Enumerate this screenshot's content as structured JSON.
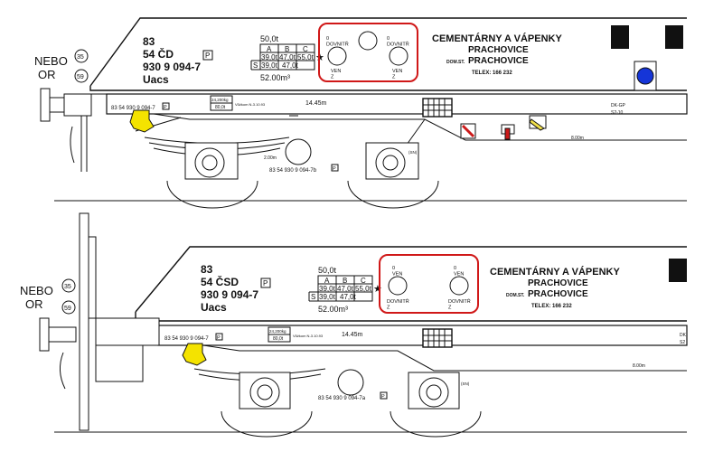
{
  "top": {
    "side_label_1": "NEBO",
    "side_label_2": "OR",
    "circle_a": "35",
    "circle_b": "59",
    "line1": "83",
    "line2": "54 ČD",
    "line2_box": "P",
    "line3": "930 9 094-7",
    "line4": "Uacs",
    "capacity_top": "50,0t",
    "table_headers": [
      "A",
      "B",
      "C"
    ],
    "table_row1": [
      "39,0t",
      "47,0t",
      "55,0t"
    ],
    "table_row2_label": "S",
    "table_row2": [
      "39,0t",
      "47,0t"
    ],
    "volume": "52.00m³",
    "valve_labels": {
      "tl": "0\nDOVNITŘ",
      "tr": "0\nDOVNITŘ",
      "bl": "VEN\nZ",
      "br": "VEN\nZ"
    },
    "company_1": "CEMENTÁRNY A VÁPENKY",
    "company_2": "PRACHOVICE",
    "company_3_prefix": "DOM.ST.",
    "company_3": "PRACHOVICE",
    "telex": "TELEX:  166  232",
    "frame_number": "83 54 930 9 094-7",
    "frame_box": "P",
    "frame_tare_1": "24,200kg",
    "frame_tare_2": "80,0t",
    "frame_small_text": "Vůžkom N-3.10.93",
    "length_mark": "14.45m",
    "bogie_distance": "2.00m",
    "center_distance": "8.00m",
    "frame_number_bottom": "83 54 930 9 094-7b",
    "frame_number_bottom_box": "P",
    "right_code_1": "DK-GP",
    "right_code_2": "S2-10",
    "axle_label": "(SN)"
  },
  "bottom": {
    "side_label_1": "NEBO",
    "side_label_2": "OR",
    "circle_a": "35",
    "circle_b": "59",
    "line1": "83",
    "line2": "54 ČSD",
    "line2_box": "P",
    "line3": "930 9 094-7",
    "line4": "Uacs",
    "capacity_top": "50,0t",
    "table_headers": [
      "A",
      "B",
      "C"
    ],
    "table_row1": [
      "39,0t",
      "47,0t",
      "55,0t"
    ],
    "table_row2_label": "S",
    "table_row2": [
      "39,0t",
      "47,0t"
    ],
    "volume": "52.00m³",
    "valve_labels": {
      "tl": "0\nVEN",
      "tr": "0\nVEN",
      "bl": "DOVNITŘ\nZ",
      "br": "DOVNITŘ\nZ"
    },
    "company_1": "CEMENTÁRNY A VÁPENKY",
    "company_2": "PRACHOVICE",
    "company_3_prefix": "DOM.ST.",
    "company_3": "PRACHOVICE",
    "telex": "TELEX:  166  232",
    "frame_number": "83 54 930 9 094-7",
    "frame_box": "P",
    "frame_tare_1": "24,200kg",
    "frame_tare_2": "80,0t",
    "frame_small_text": "Vůžkom N-3.10.93",
    "length_mark": "14.45m",
    "center_distance": "8.00m",
    "frame_number_bottom": "83 54 930 9 094-7a",
    "frame_number_bottom_box": "P",
    "right_code_1": "DK",
    "right_code_2": "S2",
    "axle_label": "(SN)"
  },
  "colors": {
    "highlight_box": "#d01818",
    "coupler_yellow": "#f4e300",
    "lamp_blue": "#1535d8",
    "lever_red": "#cc1a1a",
    "lever_yellow": "#f1e04a",
    "line": "#111111"
  },
  "icons": [
    "coupler-hook-icon",
    "buffer-icon",
    "placard-icon",
    "lamp-icon",
    "grille-icon"
  ]
}
